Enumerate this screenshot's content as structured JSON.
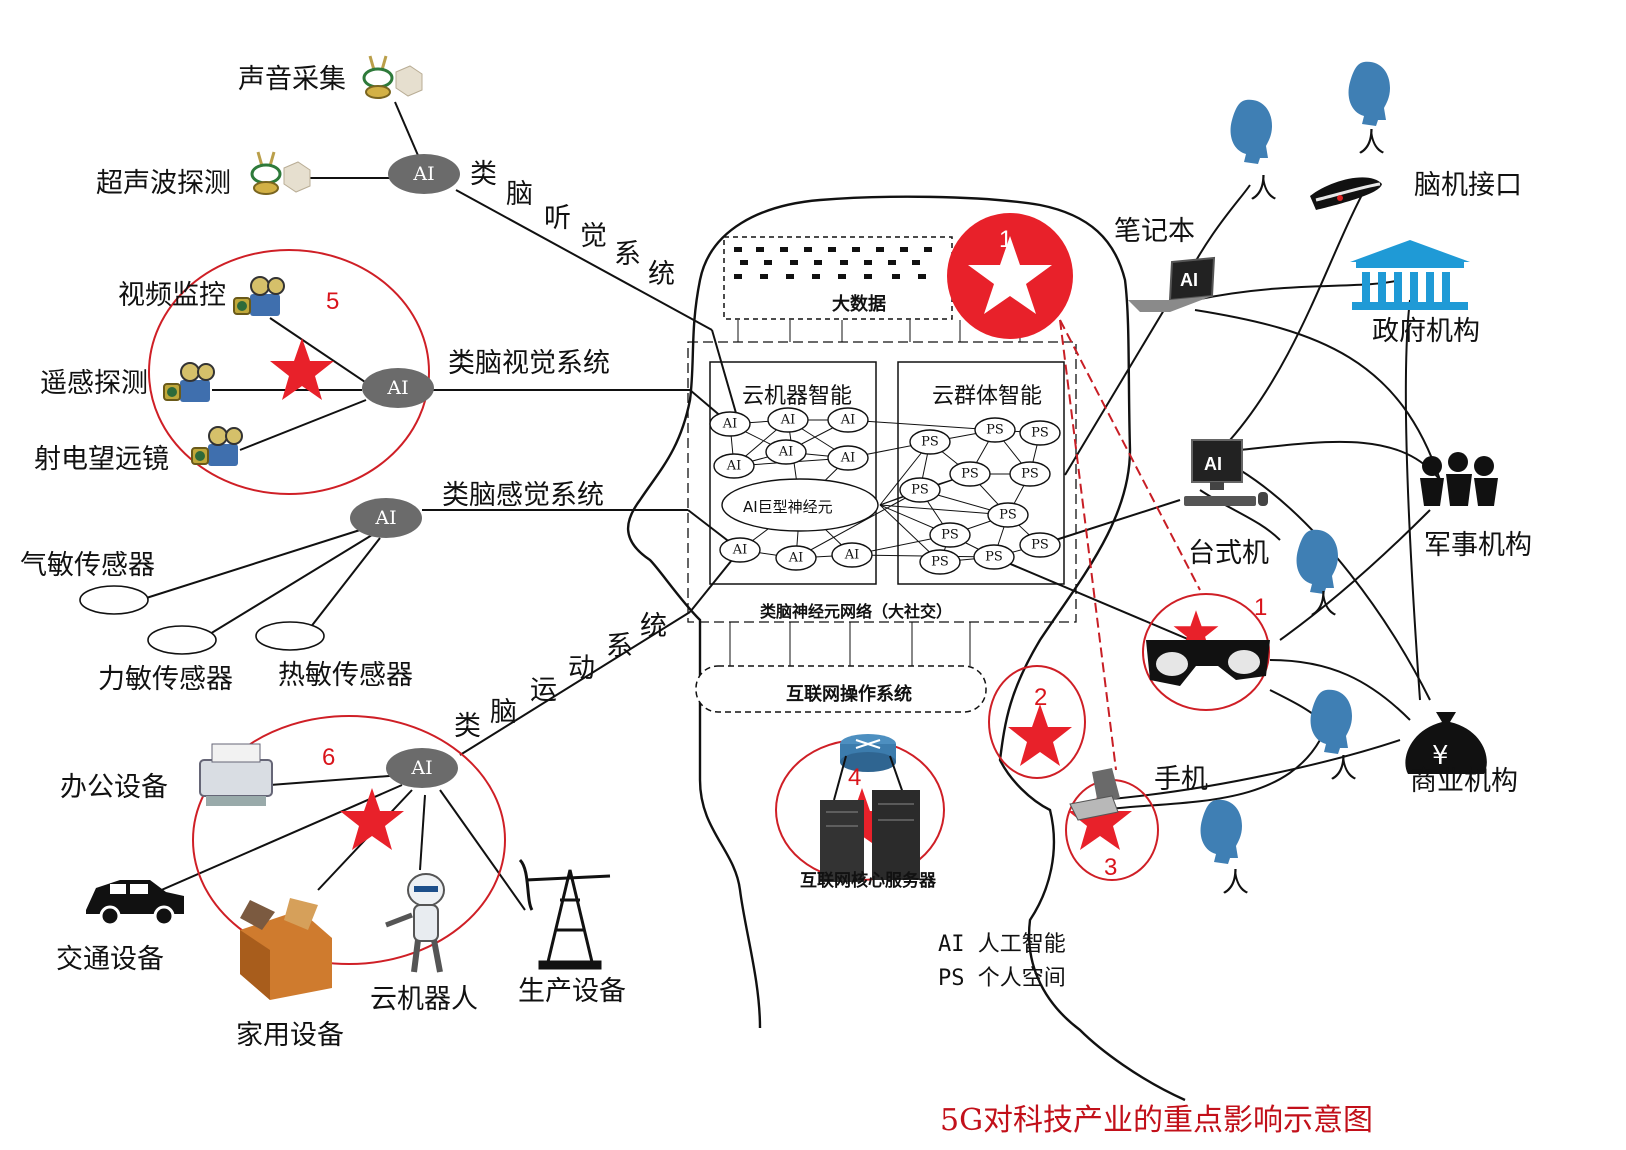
{
  "labels": {
    "sound": "声音采集",
    "ultrasound": "超声波探测",
    "video": "视频监控",
    "remote": "遥感探测",
    "telescope": "射电望远镜",
    "gas": "气敏传感器",
    "force": "力敏传感器",
    "heat": "热敏传感器",
    "office": "办公设备",
    "traffic": "交通设备",
    "home": "家用设备",
    "robot": "云机器人",
    "production": "生产设备",
    "laptop": "笔记本",
    "desktop": "台式机",
    "phone": "手机",
    "bci": "脑机接口",
    "gov": "政府机构",
    "military": "军事机构",
    "business": "商业机构",
    "person": "人",
    "big_data": "大数据",
    "cloud_machine": "云机器智能",
    "cloud_group": "云群体智能",
    "giant_neuron": "AI巨型神经元",
    "neural_net": "类脑神经元网络（大社交）",
    "internet_os": "互联网操作系统",
    "core_server": "互联网核心服务器"
  },
  "systems": {
    "auditory": [
      "类",
      "脑",
      "听",
      "觉",
      "系",
      "统"
    ],
    "visual": "类脑视觉系统",
    "sensory": "类脑感觉系统",
    "motor": [
      "类",
      "脑",
      "运",
      "动",
      "系",
      "统"
    ]
  },
  "node_labels": {
    "ai": "AI",
    "ps": "PS"
  },
  "numbers": [
    "1",
    "5",
    "1",
    "2",
    "3",
    "4",
    "6"
  ],
  "legend": {
    "ai": "AI 人工智能",
    "ps": "PS 个人空间"
  },
  "caption": "5G对科技产业的重点影响示意图",
  "colors": {
    "star": "#e8212a",
    "circle": "#cf1f26",
    "person": "#3f7fb4",
    "ai_node": "#6b6b6b"
  },
  "icons": [
    "microphone-icon",
    "camera-icon",
    "sensor-icon",
    "printer-icon",
    "car-icon",
    "box-icon",
    "robot-icon",
    "oil-pump-icon",
    "laptop-icon",
    "desktop-icon",
    "phone-icon",
    "headset-icon",
    "government-building-icon",
    "soldier-group-icon",
    "money-bag-icon",
    "person-icon",
    "router-icon",
    "server-icon",
    "vr-glasses-icon",
    "star-icon"
  ]
}
